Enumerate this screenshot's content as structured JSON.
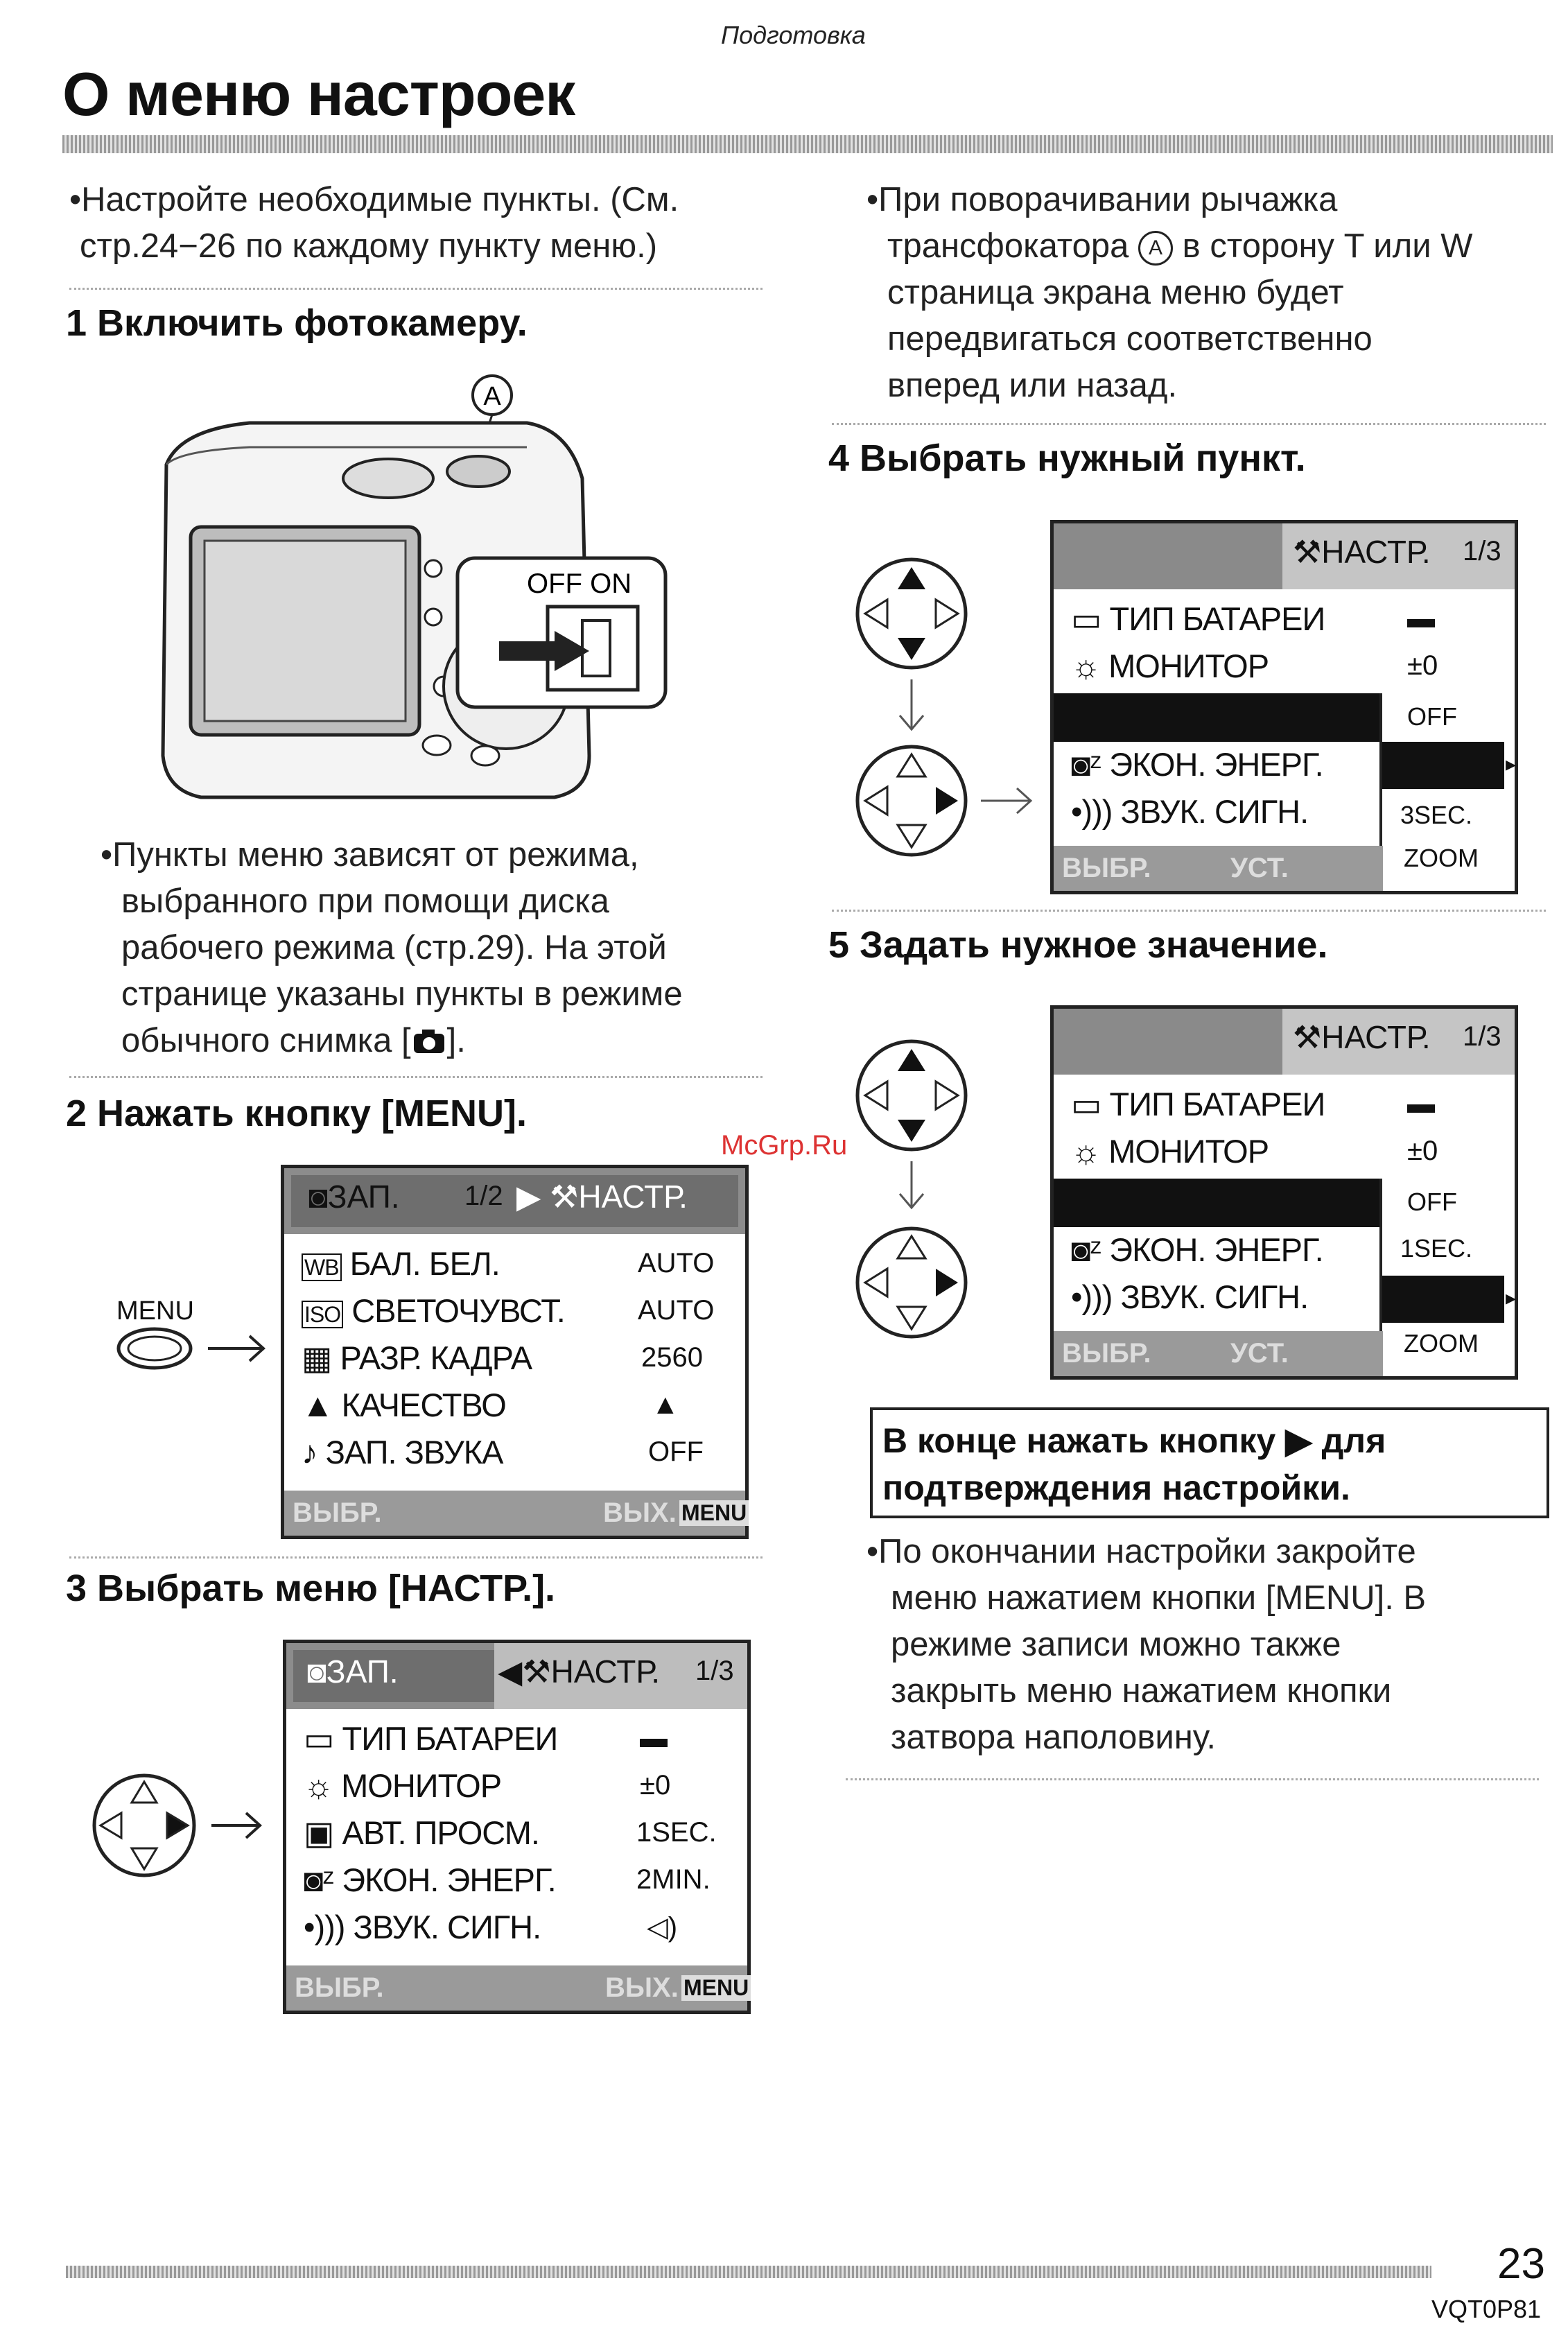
{
  "header": {
    "section": "Подготовка",
    "title": "О меню настроек"
  },
  "left": {
    "intro": [
      "•Настройте необходимые пункты. (См.",
      "стр.24−26 по каждому пункту меню.)"
    ],
    "step1": "1 Включить фотокамеру.",
    "callout_a": "A",
    "off_on": "OFF ON",
    "note1": [
      "•Пункты меню зависят от режима,",
      "выбранного при помощи диска",
      "рабочего режима (стр.29). На этой",
      "странице указаны пункты в режиме",
      "обычного снимка [",
      "]."
    ],
    "step2": "2 Нажать кнопку [MENU].",
    "menu_label": "MENU",
    "step3": "3 Выбрать меню [НАСТР.]."
  },
  "right": {
    "note_zoom": [
      "•При поворачивании рычажка",
      "трансфокатора",
      "в сторону T или W",
      "страница экрана меню будет",
      "передвигаться соответственно",
      "вперед или назад."
    ],
    "step4": "4 Выбрать нужный пункт.",
    "step5": "5 Задать нужное значение.",
    "box": [
      "В конце нажать кнопку ▶ для",
      "подтверждения настройки."
    ],
    "final": [
      "•По окончании настройки закройте",
      "меню нажатием кнопки [MENU]. В",
      "режиме записи можно также",
      "закрыть меню нажатием кнопки",
      "затвора наполовину."
    ]
  },
  "lcd_rec": {
    "tab1": "ЗАП.",
    "page": "1/2",
    "tab2": "НАСТР.",
    "rows": [
      {
        "icon": "WB",
        "label": "БАЛ. БЕЛ.",
        "value": "AUTO"
      },
      {
        "icon": "ISO",
        "label": "СВЕТОЧУВСТ.",
        "value": "AUTO"
      },
      {
        "icon": "▦",
        "label": "РАЗР. КАДРА",
        "value": "2560"
      },
      {
        "icon": "▲",
        "label": "КАЧЕСТВО",
        "value": "▲"
      },
      {
        "icon": "♪",
        "label": "ЗАП. ЗВУКА",
        "value": "OFF"
      }
    ],
    "foot_left": "ВЫБР.",
    "foot_right": "ВЫХ.",
    "foot_menu": "MENU"
  },
  "lcd_setup": {
    "tab1": "ЗАП.",
    "tab2": "НАСТР.",
    "page": "1/3",
    "rows": [
      {
        "label": "ТИП БАТАРЕИ",
        "value": "▬"
      },
      {
        "label": "МОНИТОР",
        "value": "±0"
      },
      {
        "label": "АВТ. ПРОСМ.",
        "value": "1SEC."
      },
      {
        "label": "ЭКОН. ЭНЕРГ.",
        "value": "2MIN."
      },
      {
        "label": "ЗВУК. СИГН.",
        "value": "◁)"
      }
    ],
    "foot_left": "ВЫБР.",
    "foot_right": "ВЫХ.",
    "foot_menu": "MENU"
  },
  "lcd_step4": {
    "tab": "НАСТР.",
    "page": "1/3",
    "rows": [
      {
        "label": "ТИП БАТАРЕИ",
        "value": "▬"
      },
      {
        "label": "МОНИТОР",
        "value": "±0"
      },
      {
        "label": "ЭКОН. ЭНЕРГ."
      },
      {
        "label": "ЗВУК. СИГН."
      }
    ],
    "options": [
      "OFF",
      "",
      "3SEC.",
      "ZOOM"
    ],
    "foot_left": "ВЫБР.",
    "foot_right": "УСТ."
  },
  "lcd_step5": {
    "tab": "НАСТР.",
    "page": "1/3",
    "rows": [
      {
        "label": "ТИП БАТАРЕИ",
        "value": "▬"
      },
      {
        "label": "МОНИТОР",
        "value": "±0"
      },
      {
        "label": "ЭКОН. ЭНЕРГ."
      },
      {
        "label": "ЗВУК. СИГН."
      }
    ],
    "options": [
      "OFF",
      "1SEC.",
      "",
      "ZOOM"
    ],
    "foot_left": "ВЫБР.",
    "foot_right": "УСТ."
  },
  "watermark": "McGrp.Ru",
  "footer": {
    "page": "23",
    "code": "VQT0P81"
  }
}
